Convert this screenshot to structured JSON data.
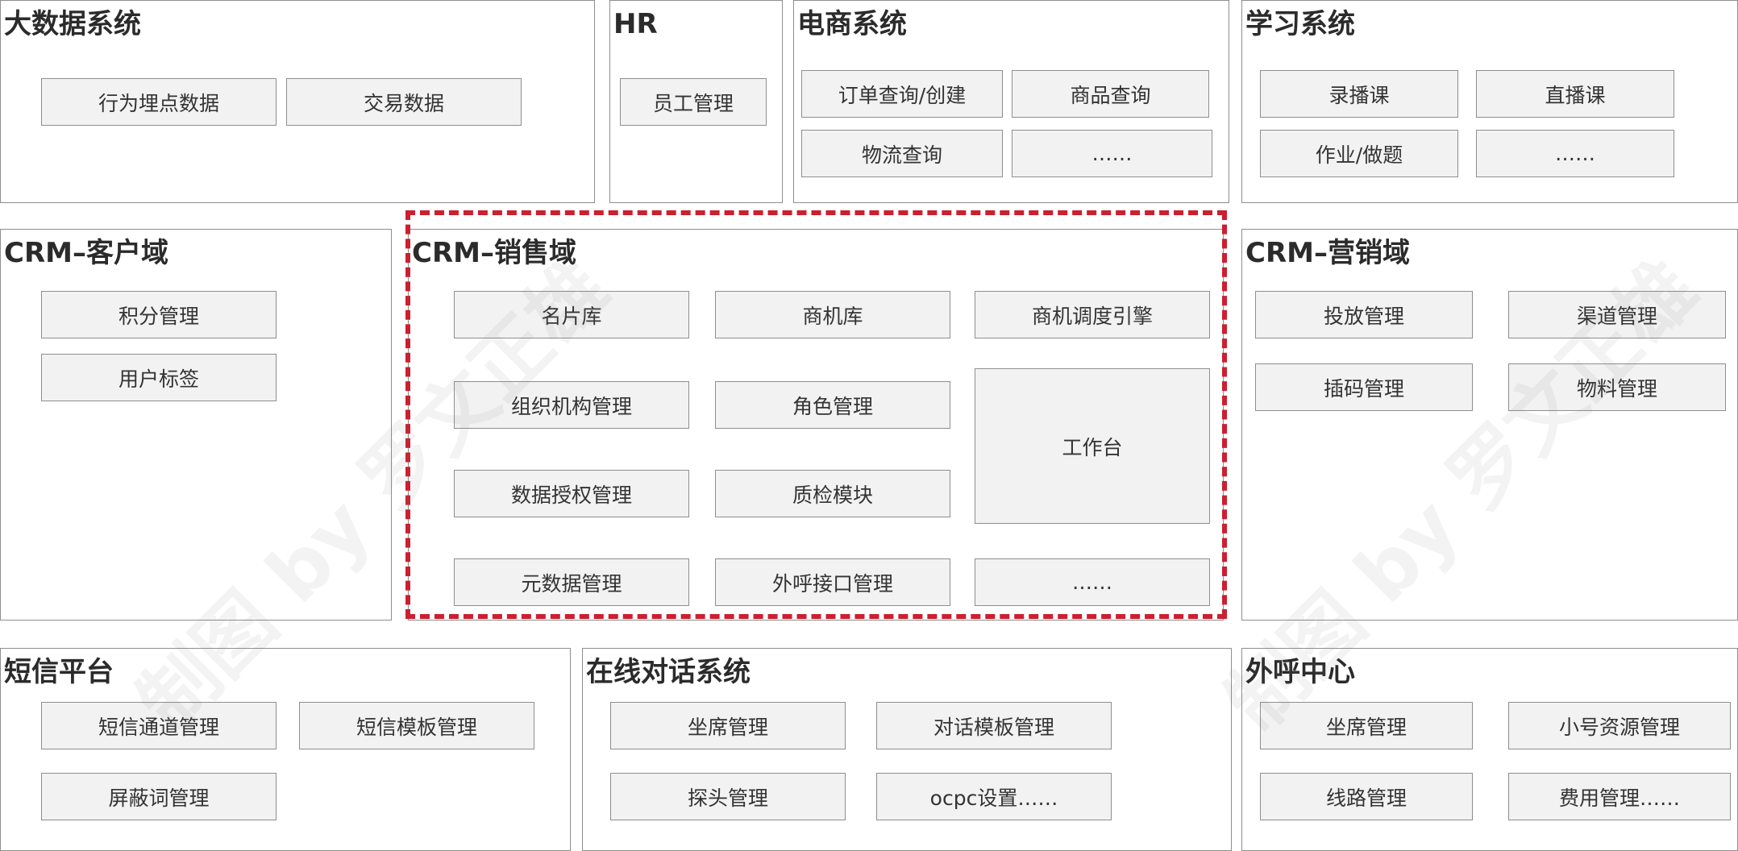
{
  "panels": {
    "bigdata": {
      "title": "大数据系统",
      "modules": [
        "行为埋点数据",
        "交易数据"
      ]
    },
    "hr": {
      "title": "HR",
      "modules": [
        "员工管理"
      ]
    },
    "ecommerce": {
      "title": "电商系统",
      "modules": [
        "订单查询/创建",
        "商品查询",
        "物流查询",
        "……"
      ]
    },
    "learning": {
      "title": "学习系统",
      "modules": [
        "录播课",
        "直播课",
        "作业/做题",
        "……"
      ]
    },
    "crm_customer": {
      "title": "CRM–客户域",
      "modules": [
        "积分管理",
        "用户标签"
      ]
    },
    "crm_sales": {
      "title": "CRM–销售域",
      "modules": [
        "名片库",
        "商机库",
        "商机调度引擎",
        "组织机构管理",
        "角色管理",
        "工作台",
        "数据授权管理",
        "质检模块",
        "元数据管理",
        "外呼接口管理",
        "……"
      ]
    },
    "crm_marketing": {
      "title": "CRM–营销域",
      "modules": [
        "投放管理",
        "渠道管理",
        "插码管理",
        "物料管理"
      ]
    },
    "sms": {
      "title": "短信平台",
      "modules": [
        "短信通道管理",
        "短信模板管理",
        "屏蔽词管理"
      ]
    },
    "chat": {
      "title": "在线对话系统",
      "modules": [
        "坐席管理",
        "对话模板管理",
        "探头管理",
        "ocpc设置……"
      ]
    },
    "callcenter": {
      "title": "外呼中心",
      "modules": [
        "坐席管理",
        "小号资源管理",
        "线路管理",
        "费用管理……"
      ]
    }
  },
  "highlight_color": "#cc1f2f",
  "watermark": "制图 by 罗文正雄"
}
